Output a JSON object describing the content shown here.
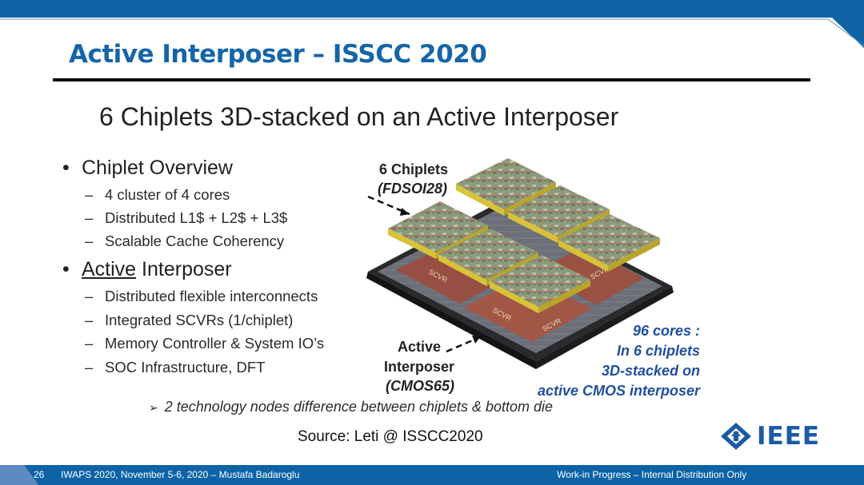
{
  "header": {
    "title": "Active Interposer – ISSCC 2020"
  },
  "slide": {
    "subtitle": "6 Chiplets 3D-stacked on an Active Interposer",
    "bullets": [
      {
        "label": "Chiplet Overview",
        "items": [
          "4 cluster of 4 cores",
          "Distributed L1$ + L2$ + L3$",
          "Scalable Cache Coherency"
        ]
      },
      {
        "label_underlined": "Active",
        "label_rest": " Interposer",
        "items": [
          "Distributed flexible interconnects",
          "Integrated SCVRs (1/chiplet)",
          "Memory Controller & System IO’s",
          "SOC Infrastructure, DFT"
        ]
      }
    ],
    "note": "2 technology nodes difference between chiplets & bottom die",
    "source": "Source: Leti @ ISSCC2020"
  },
  "figure": {
    "chiplets_label": "6 Chiplets",
    "chiplets_tech": "(FDSOI28)",
    "interposer_label_1": "Active",
    "interposer_label_2": "Interposer",
    "interposer_tech": "(CMOS65)",
    "callout": [
      "96 cores :",
      "In 6 chiplets",
      "3D-stacked on",
      "active CMOS interposer"
    ],
    "block_labels": [
      "SCVR",
      "SCVR",
      "SCVR",
      "SCVR"
    ]
  },
  "logo": {
    "text": "IEEE"
  },
  "footer": {
    "page_number": "26",
    "event": "IWAPS 2020, November 5-6, 2020 – Mustafa Badaroglu",
    "notice": "Work-in Progress – Internal Distribution Only"
  },
  "colors": {
    "brand_blue": "#0d63a5",
    "title_blue": "#1565a8",
    "callout_blue": "#1f4f9e"
  }
}
